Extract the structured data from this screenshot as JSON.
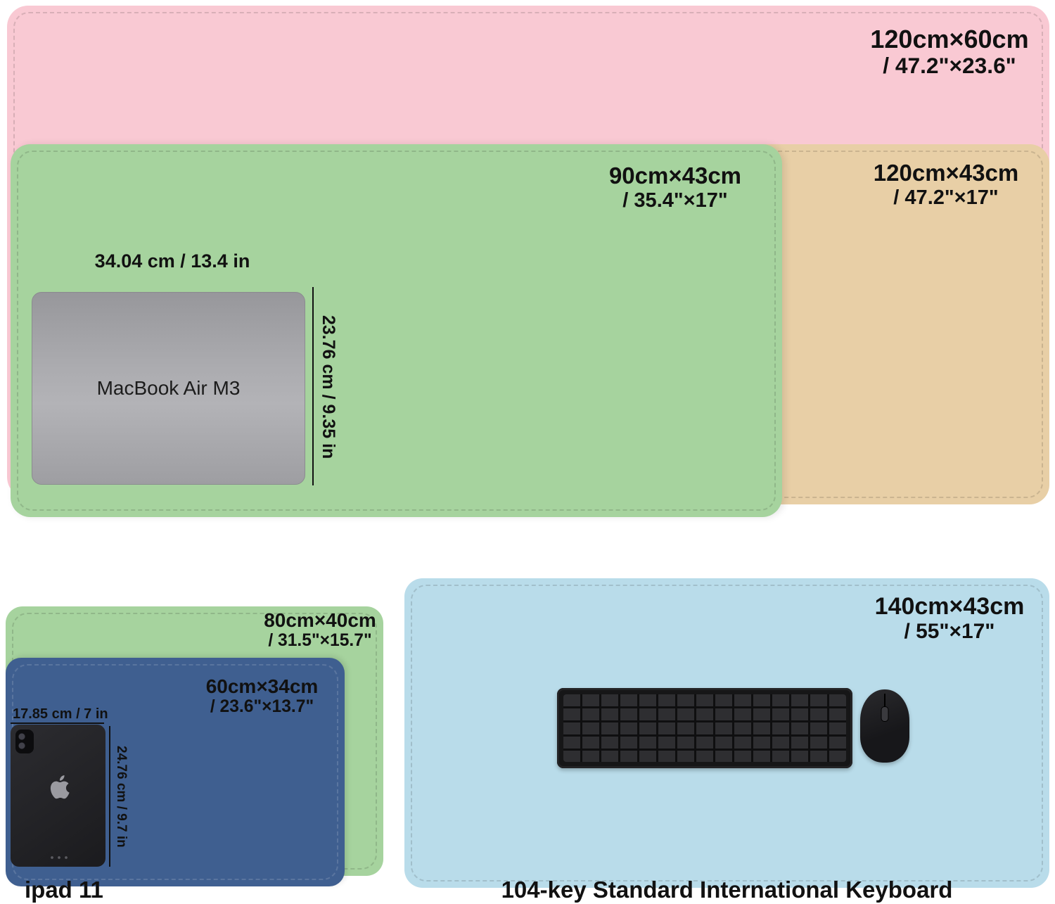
{
  "mats": {
    "pink": {
      "size_cm": "120cm×60cm",
      "size_in": "/ 47.2\"×23.6\"",
      "color": "#f9c9d3"
    },
    "green_top": {
      "size_cm": "90cm×43cm",
      "size_in": "/ 35.4\"×17\"",
      "color": "#a6d39e"
    },
    "tan": {
      "size_cm": "120cm×43cm",
      "size_in": "/ 47.2\"×17\"",
      "color": "#e8cfa6"
    },
    "green_bottom": {
      "size_cm": "80cm×40cm",
      "size_in": "/ 31.5\"×15.7\"",
      "color": "#a6d39e"
    },
    "blue": {
      "size_cm": "60cm×34cm",
      "size_in": "/ 23.6\"×13.7\"",
      "color": "#3f5f90"
    },
    "light_blue": {
      "size_cm": "140cm×43cm",
      "size_in": "/ 55\"×17\"",
      "color": "#b9dcea"
    }
  },
  "macbook": {
    "label": "MacBook Air M3",
    "width_label": "34.04 cm / 13.4 in",
    "height_label": "23.76 cm / 9.35 in"
  },
  "ipad": {
    "width_label": "17.85 cm / 7 in",
    "height_label": "24.76 cm / 9.7 in",
    "caption": "ipad 11"
  },
  "keyboard": {
    "caption": "104-key Standard International Keyboard"
  }
}
